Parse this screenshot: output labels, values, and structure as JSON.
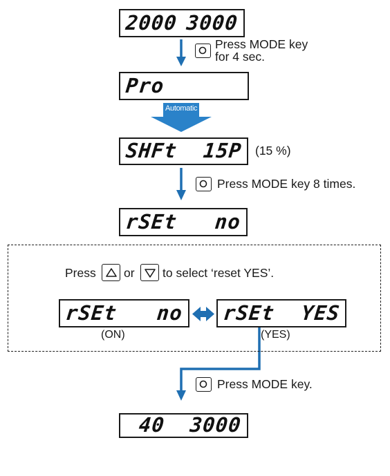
{
  "colors": {
    "arrow": "#1f6fb2",
    "automatic_fill": "#2a82c9",
    "line": "#1a1a1a"
  },
  "icons": {
    "mode_key": "mode-key-icon",
    "up_key": "up-arrow-key-icon",
    "down_key": "down-arrow-key-icon",
    "swap": "double-headed-arrow-icon"
  },
  "display1": {
    "left": "2000",
    "right": "3000"
  },
  "step1": {
    "line1": "Press MODE key",
    "line2": "for 4 sec."
  },
  "display2": {
    "left": "Pro",
    "right": ""
  },
  "automatic_label": "Automatic",
  "display3": {
    "left": "SHFt",
    "right": "15P"
  },
  "display3_note": "(15 %)",
  "step2": {
    "text": "Press MODE key 8 times."
  },
  "display4": {
    "left": "rSEt",
    "right": "no"
  },
  "select": {
    "press": "Press",
    "or": "or",
    "rest": "to select ‘reset YES’."
  },
  "display5": {
    "left": "rSEt",
    "right": "no"
  },
  "display5_label": "(ON)",
  "display6": {
    "left": "rSEt",
    "right": "YES"
  },
  "display6_label": "(YES)",
  "step3": {
    "text": "Press MODE key."
  },
  "display7": {
    "left": "",
    "right": "40  3000"
  }
}
